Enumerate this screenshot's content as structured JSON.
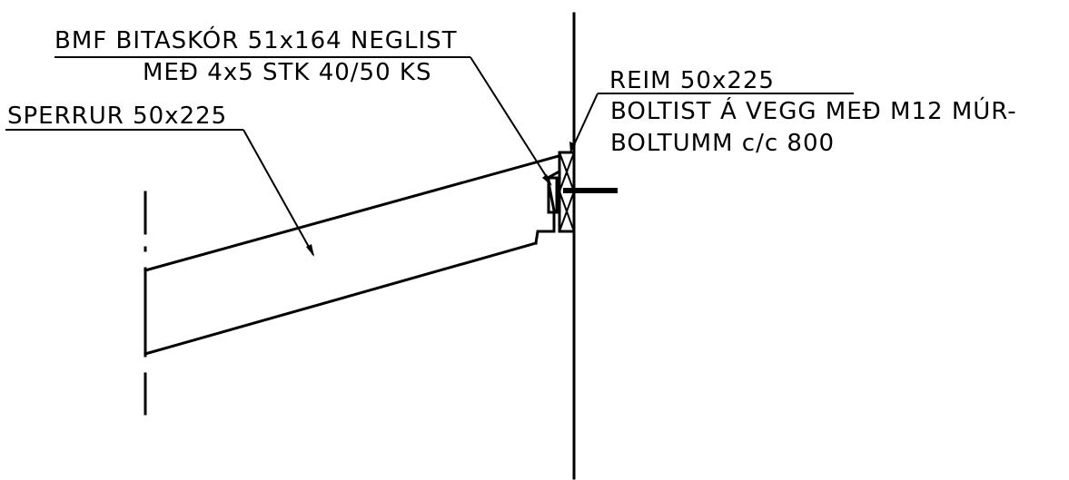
{
  "labels": {
    "bitaskor_line1": "BMF BITASKÓR 51x164 NEGLIST",
    "bitaskor_line2": "MEÐ 4x5 STK 40/50 KS",
    "sperrur": "SPERRUR 50x225",
    "reim_line1": "REIM 50x225",
    "reim_line2": "BOLTIST Á VEGG MEÐ M12 MÚR-",
    "reim_line3": "BOLTUMM c/c 800"
  },
  "colors": {
    "ink": "#000000",
    "paper": "#ffffff"
  }
}
